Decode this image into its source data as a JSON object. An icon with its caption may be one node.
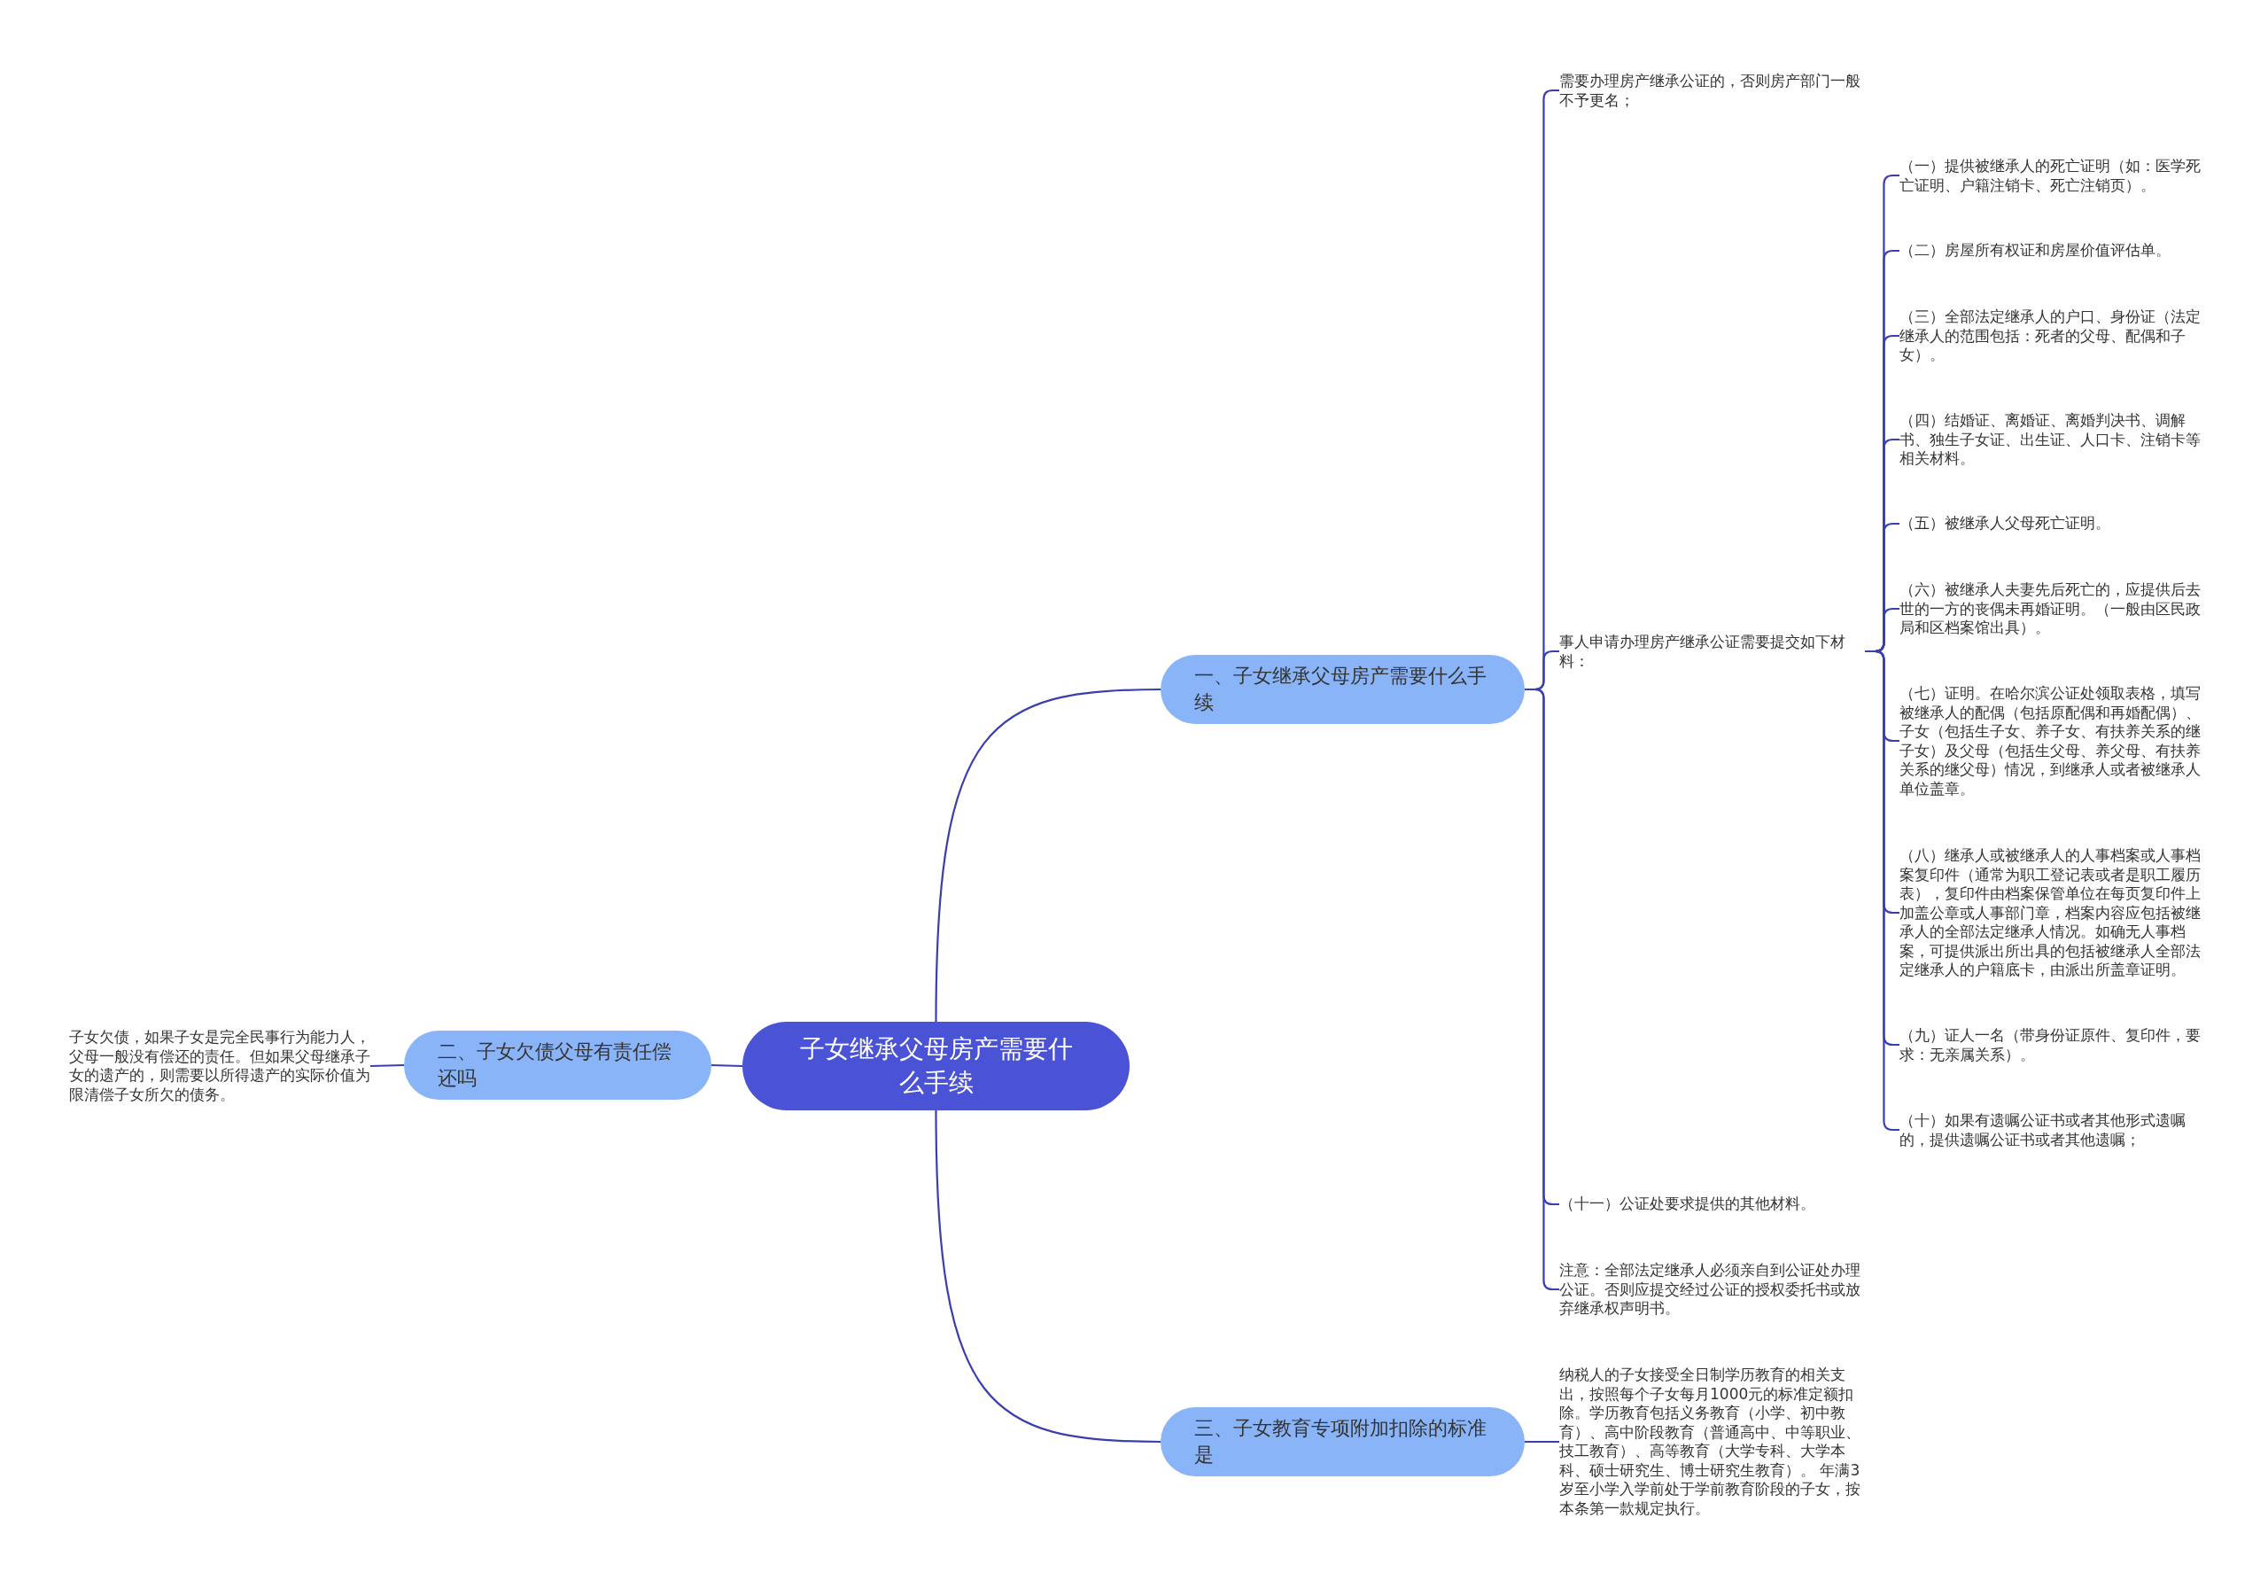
{
  "diagram": {
    "nodes": [
      {
        "text": [
          "子女继承父母房产需要什么手续"
        ]
      },
      {
        "text": [
          "一、子女继承父母房产需要什么手续"
        ]
      },
      {
        "text": [
          "需要办理房产继承公证的，否则房产部门一般不予更名；"
        ]
      },
      {
        "text": [
          "事人申请办理房产继承公证需要提交如下材料："
        ]
      },
      {
        "text": [
          "（一）提供被继承人的死亡证明（如：医学死亡证明、户籍注销卡、死亡注销页）。"
        ]
      },
      {
        "text": [
          "（二）房屋所有权证和房屋价值评估单。"
        ]
      },
      {
        "text": [
          "（三）全部法定继承人的户口、身份证（法定继承人的范围包括：死者的父母、配偶和子女）。"
        ]
      },
      {
        "text": [
          "（四）结婚证、离婚证、离婚判决书、调解书、独生子女证、出生证、人口卡、注销卡等相关材料。"
        ]
      },
      {
        "text": [
          "（五）被继承人父母死亡证明。"
        ]
      },
      {
        "text": [
          "（六）被继承人夫妻先后死亡的，应提供后去世的一方的丧偶未再婚证明。（一般由区民政局和区档案馆出具）。"
        ]
      },
      {
        "text": [
          "（七）证明。在哈尔滨公证处领取表格，填写被继承人的配偶（包括原配偶和再婚配偶）、子女（包括生子女、养子女、有扶养关系的继子女）及父母（包括生父母、养父母、有扶养关系的继父母）情况，到继承人或者被继承人单位盖章。"
        ]
      },
      {
        "text": [
          "（八）继承人或被继承人的人事档案或人事档案复印件（通常为职工登记表或者是职工履历表），复印件由档案保管单位在每页复印件上加盖公章或人事部门章，档案内容应包括被继承人的全部法定继承人情况。如确无人事档案，可提供派出所出具的包括被继承人全部法定继承人的户籍底卡，由派出所盖章证明。"
        ]
      },
      {
        "text": [
          "（九）证人一名（带身份证原件、复印件，要求：无亲属关系）。"
        ]
      },
      {
        "text": [
          "（十）如果有遗嘱公证书或者其他形式遗嘱的，提供遗嘱公证书或者其他遗嘱；"
        ]
      },
      {
        "text": [
          "（十一）公证处要求提供的其他材料。"
        ]
      },
      {
        "text": [
          "注意：全部法定继承人必须亲自到公证处办理公证。否则应提交经过公证的授权委托书或放弃继承权声明书。"
        ]
      },
      {
        "text": [
          "二、子女欠债父母有责任偿还吗"
        ]
      },
      {
        "text": [
          "子女欠债，如果子女是完全民事行为能力人，父母一般没有偿还的责任。但如果父母继承子女的遗产的，则需要以所得遗产的实际价值为限清偿子女所欠的债务。"
        ]
      },
      {
        "text": [
          "三、子女教育专项附加扣除的标准是"
        ]
      },
      {
        "text": [
          "纳税人的子女接受全日制学历教育的相关支出，按照每个子女每月1000元的标准定额扣除。学历教育包括义务教育（小学、初中教育）、高中阶段教育（普通高中、中等职业、技工教育）、高等教育（大学专科、大学本科、硕士研究生、博士研究生教育）。 年满3岁至小学入学前处于学前教育阶段的子女，按本条第一款规定执行。"
        ]
      }
    ],
    "edges": [
      {
        "from": 0,
        "to": 1,
        "arrow": "none"
      },
      {
        "from": 1,
        "to": 2,
        "arrow": "none"
      },
      {
        "from": 1,
        "to": 3,
        "arrow": "none"
      },
      {
        "from": 3,
        "to": 4,
        "arrow": "none"
      },
      {
        "from": 3,
        "to": 5,
        "arrow": "none"
      },
      {
        "from": 3,
        "to": 6,
        "arrow": "none"
      },
      {
        "from": 3,
        "to": 7,
        "arrow": "none"
      },
      {
        "from": 3,
        "to": 8,
        "arrow": "none"
      },
      {
        "from": 3,
        "to": 9,
        "arrow": "none"
      },
      {
        "from": 3,
        "to": 10,
        "arrow": "none"
      },
      {
        "from": 3,
        "to": 11,
        "arrow": "none"
      },
      {
        "from": 3,
        "to": 12,
        "arrow": "none"
      },
      {
        "from": 3,
        "to": 13,
        "arrow": "none"
      },
      {
        "from": 1,
        "to": 14,
        "arrow": "none"
      },
      {
        "from": 1,
        "to": 15,
        "arrow": "none"
      },
      {
        "from": 0,
        "to": 16,
        "arrow": "none"
      },
      {
        "from": 16,
        "to": 17,
        "arrow": "none"
      },
      {
        "from": 0,
        "to": 18,
        "arrow": "none"
      },
      {
        "from": 18,
        "to": 19,
        "arrow": "none"
      }
    ]
  }
}
